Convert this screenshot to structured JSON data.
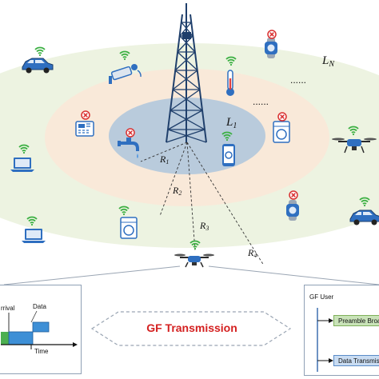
{
  "labels": {
    "ln": "L",
    "ln_sub": "N",
    "l1": "L",
    "l1_sub": "1",
    "r1": "R",
    "r1_sub": "1",
    "r2": "R",
    "r2_sub": "2",
    "r3": "R",
    "r3_sub": "3",
    "r4": "R",
    "r4_sub": "4",
    "dots_inner": "......",
    "dots_outer": "......"
  },
  "gf_transmission": "GF Transmission",
  "left_panel": {
    "arrival": "rrival",
    "data": "Data",
    "time": "Time"
  },
  "right_panel": {
    "title": "GF User",
    "preamble": "Preamble Broadca",
    "data_tx": "Data Transmission"
  },
  "icons": [
    "cell-tower-icon",
    "car-icon",
    "cctv-camera-icon",
    "smartwatch-icon",
    "thermometer-icon",
    "thermostat-panel-icon",
    "faucet-icon",
    "smartphone-icon",
    "washing-machine-icon",
    "drone-icon",
    "laptop-icon",
    "wifi-icon",
    "no-signal-icon"
  ],
  "colors": {
    "outer_ring": "#edf3e1",
    "middle_ring": "#f9e9d9",
    "inner_disc": "#b9cbdc",
    "tower": "#1f3f6b",
    "device_blue": "#2f6fc0",
    "wifi_green": "#3cb043",
    "no_signal_red": "#d93030",
    "title_red": "#d42020"
  }
}
